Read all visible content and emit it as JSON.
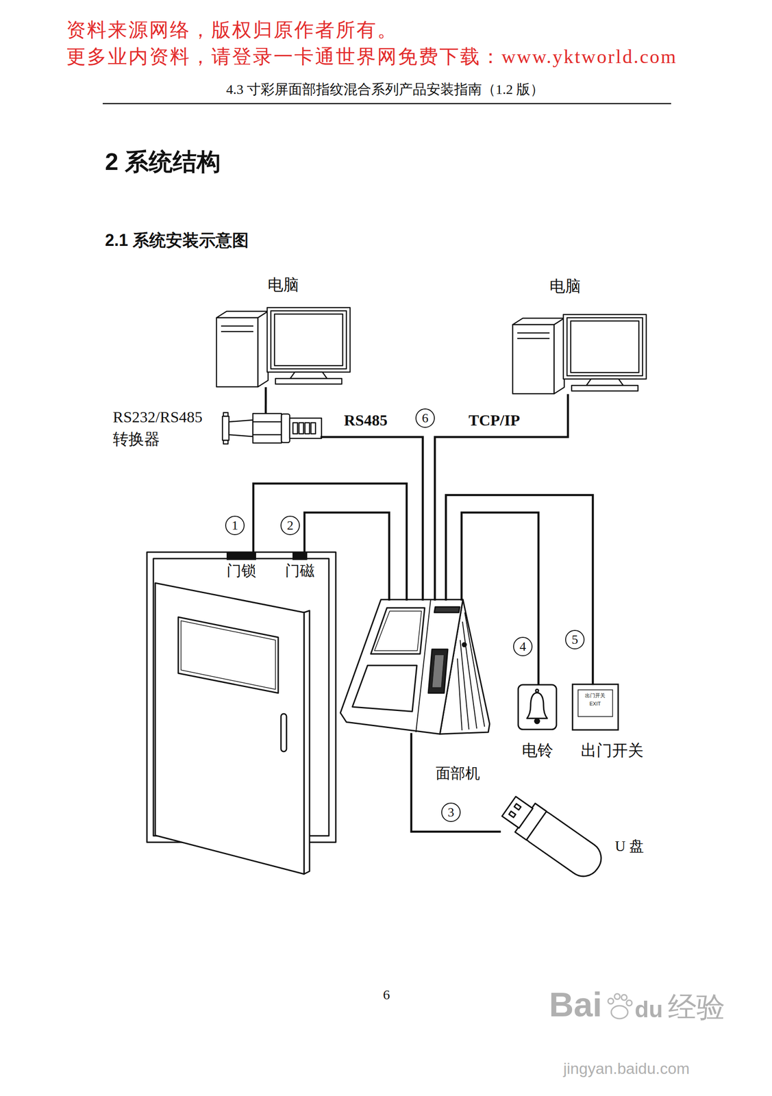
{
  "diagram": {
    "title": "2 系统结构",
    "nodes": [
      {
        "text": [
          "电脑"
        ]
      },
      {
        "text": [
          "电脑"
        ]
      },
      {
        "text": [
          "RS232/RS485 转换器"
        ]
      },
      {
        "text": [
          "门锁"
        ]
      },
      {
        "text": [
          "门磁"
        ]
      },
      {
        "text": [
          "面部机"
        ]
      },
      {
        "text": [
          "电铃"
        ]
      },
      {
        "text": [
          "出门开关"
        ]
      },
      {
        "text": [
          "U 盘"
        ]
      }
    ],
    "edges": [
      {
        "from": 0,
        "to": 2,
        "arrow": "none"
      },
      {
        "from": 2,
        "to": 5,
        "label": "RS485",
        "arrow": "none"
      },
      {
        "from": 1,
        "to": 5,
        "label": "TCP/IP",
        "arrow": "none"
      },
      {
        "from": 3,
        "to": 5,
        "arrow": "none"
      },
      {
        "from": 4,
        "to": 5,
        "arrow": "none"
      },
      {
        "from": 5,
        "to": 6,
        "arrow": "none"
      },
      {
        "from": 5,
        "to": 7,
        "arrow": "none"
      },
      {
        "from": 5,
        "to": 8,
        "arrow": "none"
      }
    ],
    "labels": [
      "资料来源网络，版权归原作者所有。",
      "更多业内资料，请登录一卡通世界网免费下载：www.yktworld.com",
      "4.3 寸彩屏面部指纹混合系列产品安装指南（1.2 版）",
      "2.1 系统安装示意图",
      "6",
      "1",
      "2",
      "4",
      "5",
      "3",
      "出门开关",
      "EXIT",
      "6",
      "Bai",
      "du",
      "经验",
      "jingyan.baidu.com"
    ]
  }
}
